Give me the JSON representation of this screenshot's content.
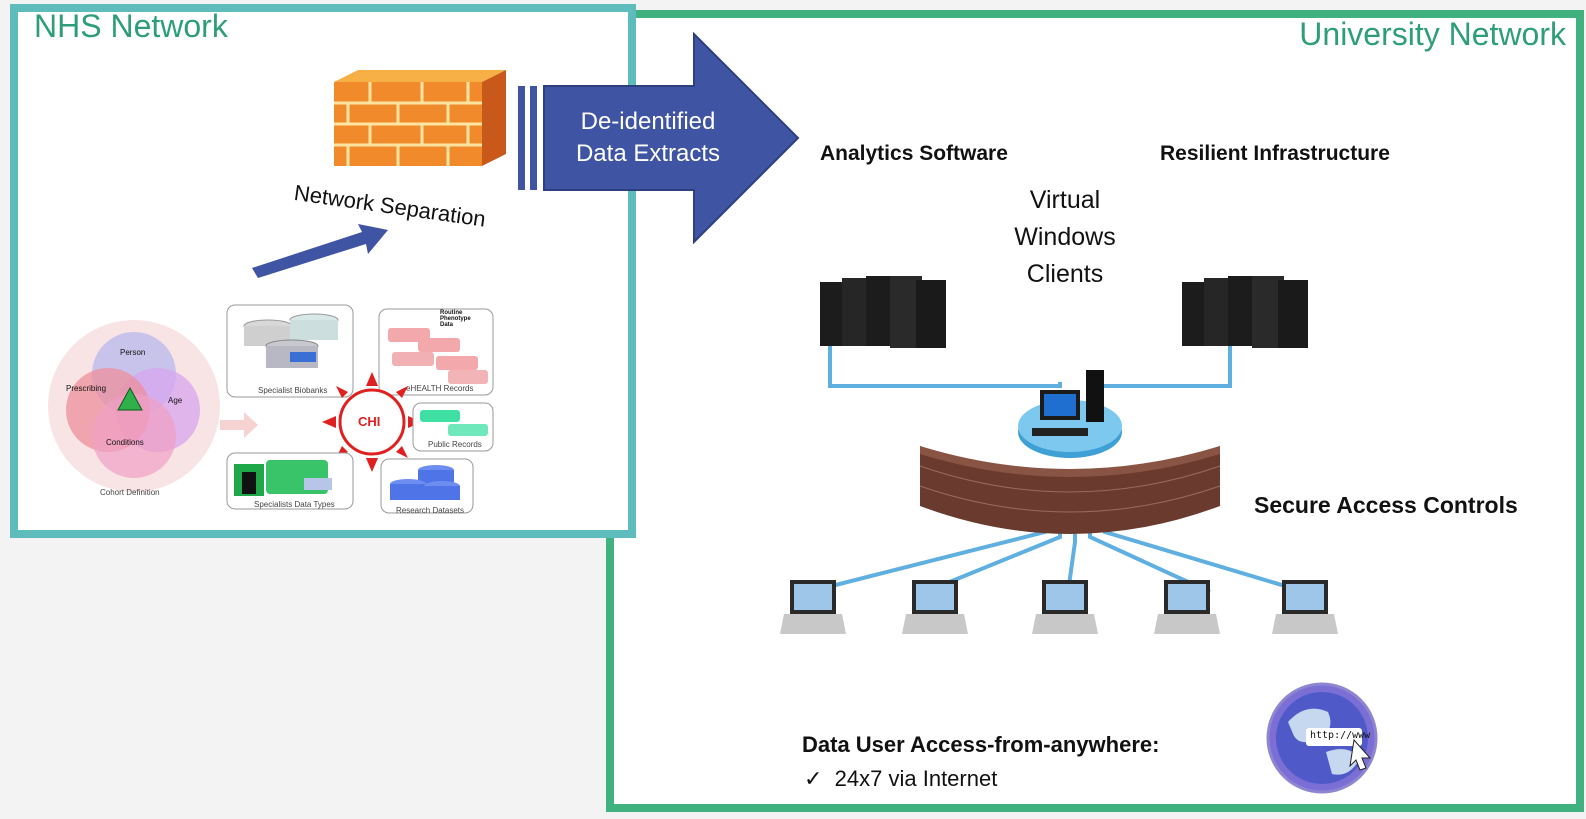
{
  "nhs": {
    "title": "NHS Network",
    "separation_label": "Network Separation",
    "cohort": {
      "caption": "Cohort Definition",
      "circles": [
        "Person",
        "Age",
        "Prescribing",
        "Conditions"
      ]
    },
    "panels": {
      "biobanks": "Specialist Biobanks",
      "ehealth": "eHEALTH Records",
      "ehealth_heading": "Routine Phenotype Data",
      "public": "Public Records",
      "datatypes": "Specialists Data Types",
      "research": "Research Datasets",
      "chi": "CHI"
    }
  },
  "flow": {
    "line1": "De-identified",
    "line2": "Data Extracts"
  },
  "university": {
    "title": "University Network",
    "analytics": "Analytics Software",
    "infrastructure": "Resilient Infrastructure",
    "virtual_line1": "Virtual",
    "virtual_line2": "Windows",
    "virtual_line3": "Clients",
    "secure": "Secure Access Controls",
    "access_heading": "Data User Access-from-anywhere:",
    "access_item": "24x7 via Internet",
    "globe_text": "http://www"
  },
  "colors": {
    "nhs_border": "#5fbcbc",
    "university_border": "#3fb27f",
    "arrow": "#3f55a3",
    "title": "#2e9e7a"
  },
  "icons": [
    "firewall-icon",
    "server-icon",
    "workstation-icon",
    "brick-wall-icon",
    "laptop-icon",
    "globe-icon",
    "check-icon"
  ]
}
